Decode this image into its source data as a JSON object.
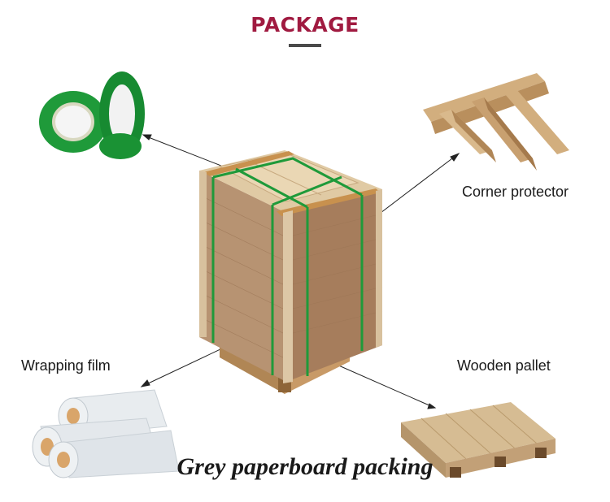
{
  "title": {
    "text": "PACKAGE",
    "color": "#a01a40"
  },
  "items": {
    "strap": {
      "label": "",
      "icon": "green-strapping-tape-icon"
    },
    "corner": {
      "label": "Corner protector",
      "icon": "corner-protector-icon"
    },
    "film": {
      "label": "Wrapping film",
      "icon": "stretch-film-icon"
    },
    "pallet": {
      "label": "Wooden pallet",
      "icon": "wooden-pallet-icon"
    }
  },
  "caption": "Grey paperboard packing",
  "colors": {
    "accent": "#a01a40",
    "strap": "#1f9a3a",
    "cardboard": "#c9a37a",
    "wood": "#d2b48c"
  }
}
